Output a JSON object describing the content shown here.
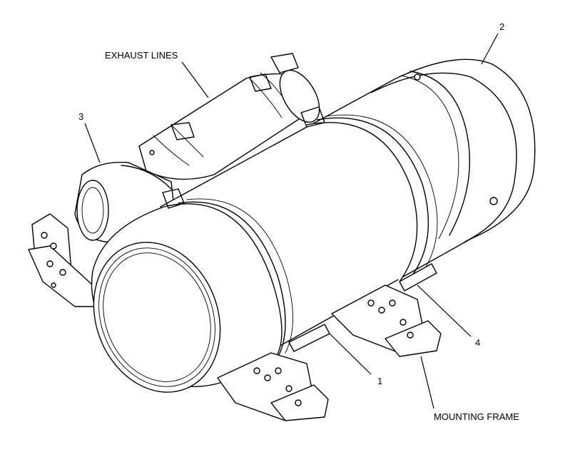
{
  "figure": {
    "labels": {
      "exhaust_lines": "EXHAUST LINES",
      "mounting_frame": "MOUNTING FRAME"
    },
    "callouts": [
      "1",
      "2",
      "3",
      "4"
    ]
  }
}
